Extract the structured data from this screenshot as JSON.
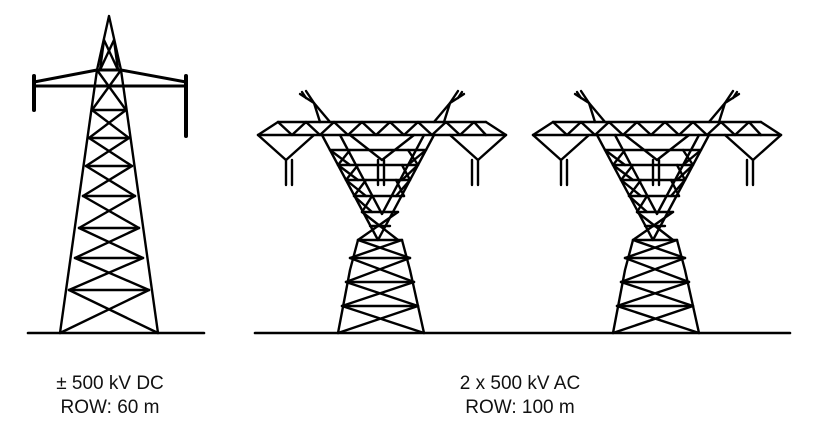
{
  "dc_tower": {
    "voltage_label": "± 500 kV DC",
    "row_label": "ROW: 60 m"
  },
  "ac_towers": {
    "voltage_label": "2 x 500 kV AC",
    "row_label": "ROW: 100 m"
  }
}
